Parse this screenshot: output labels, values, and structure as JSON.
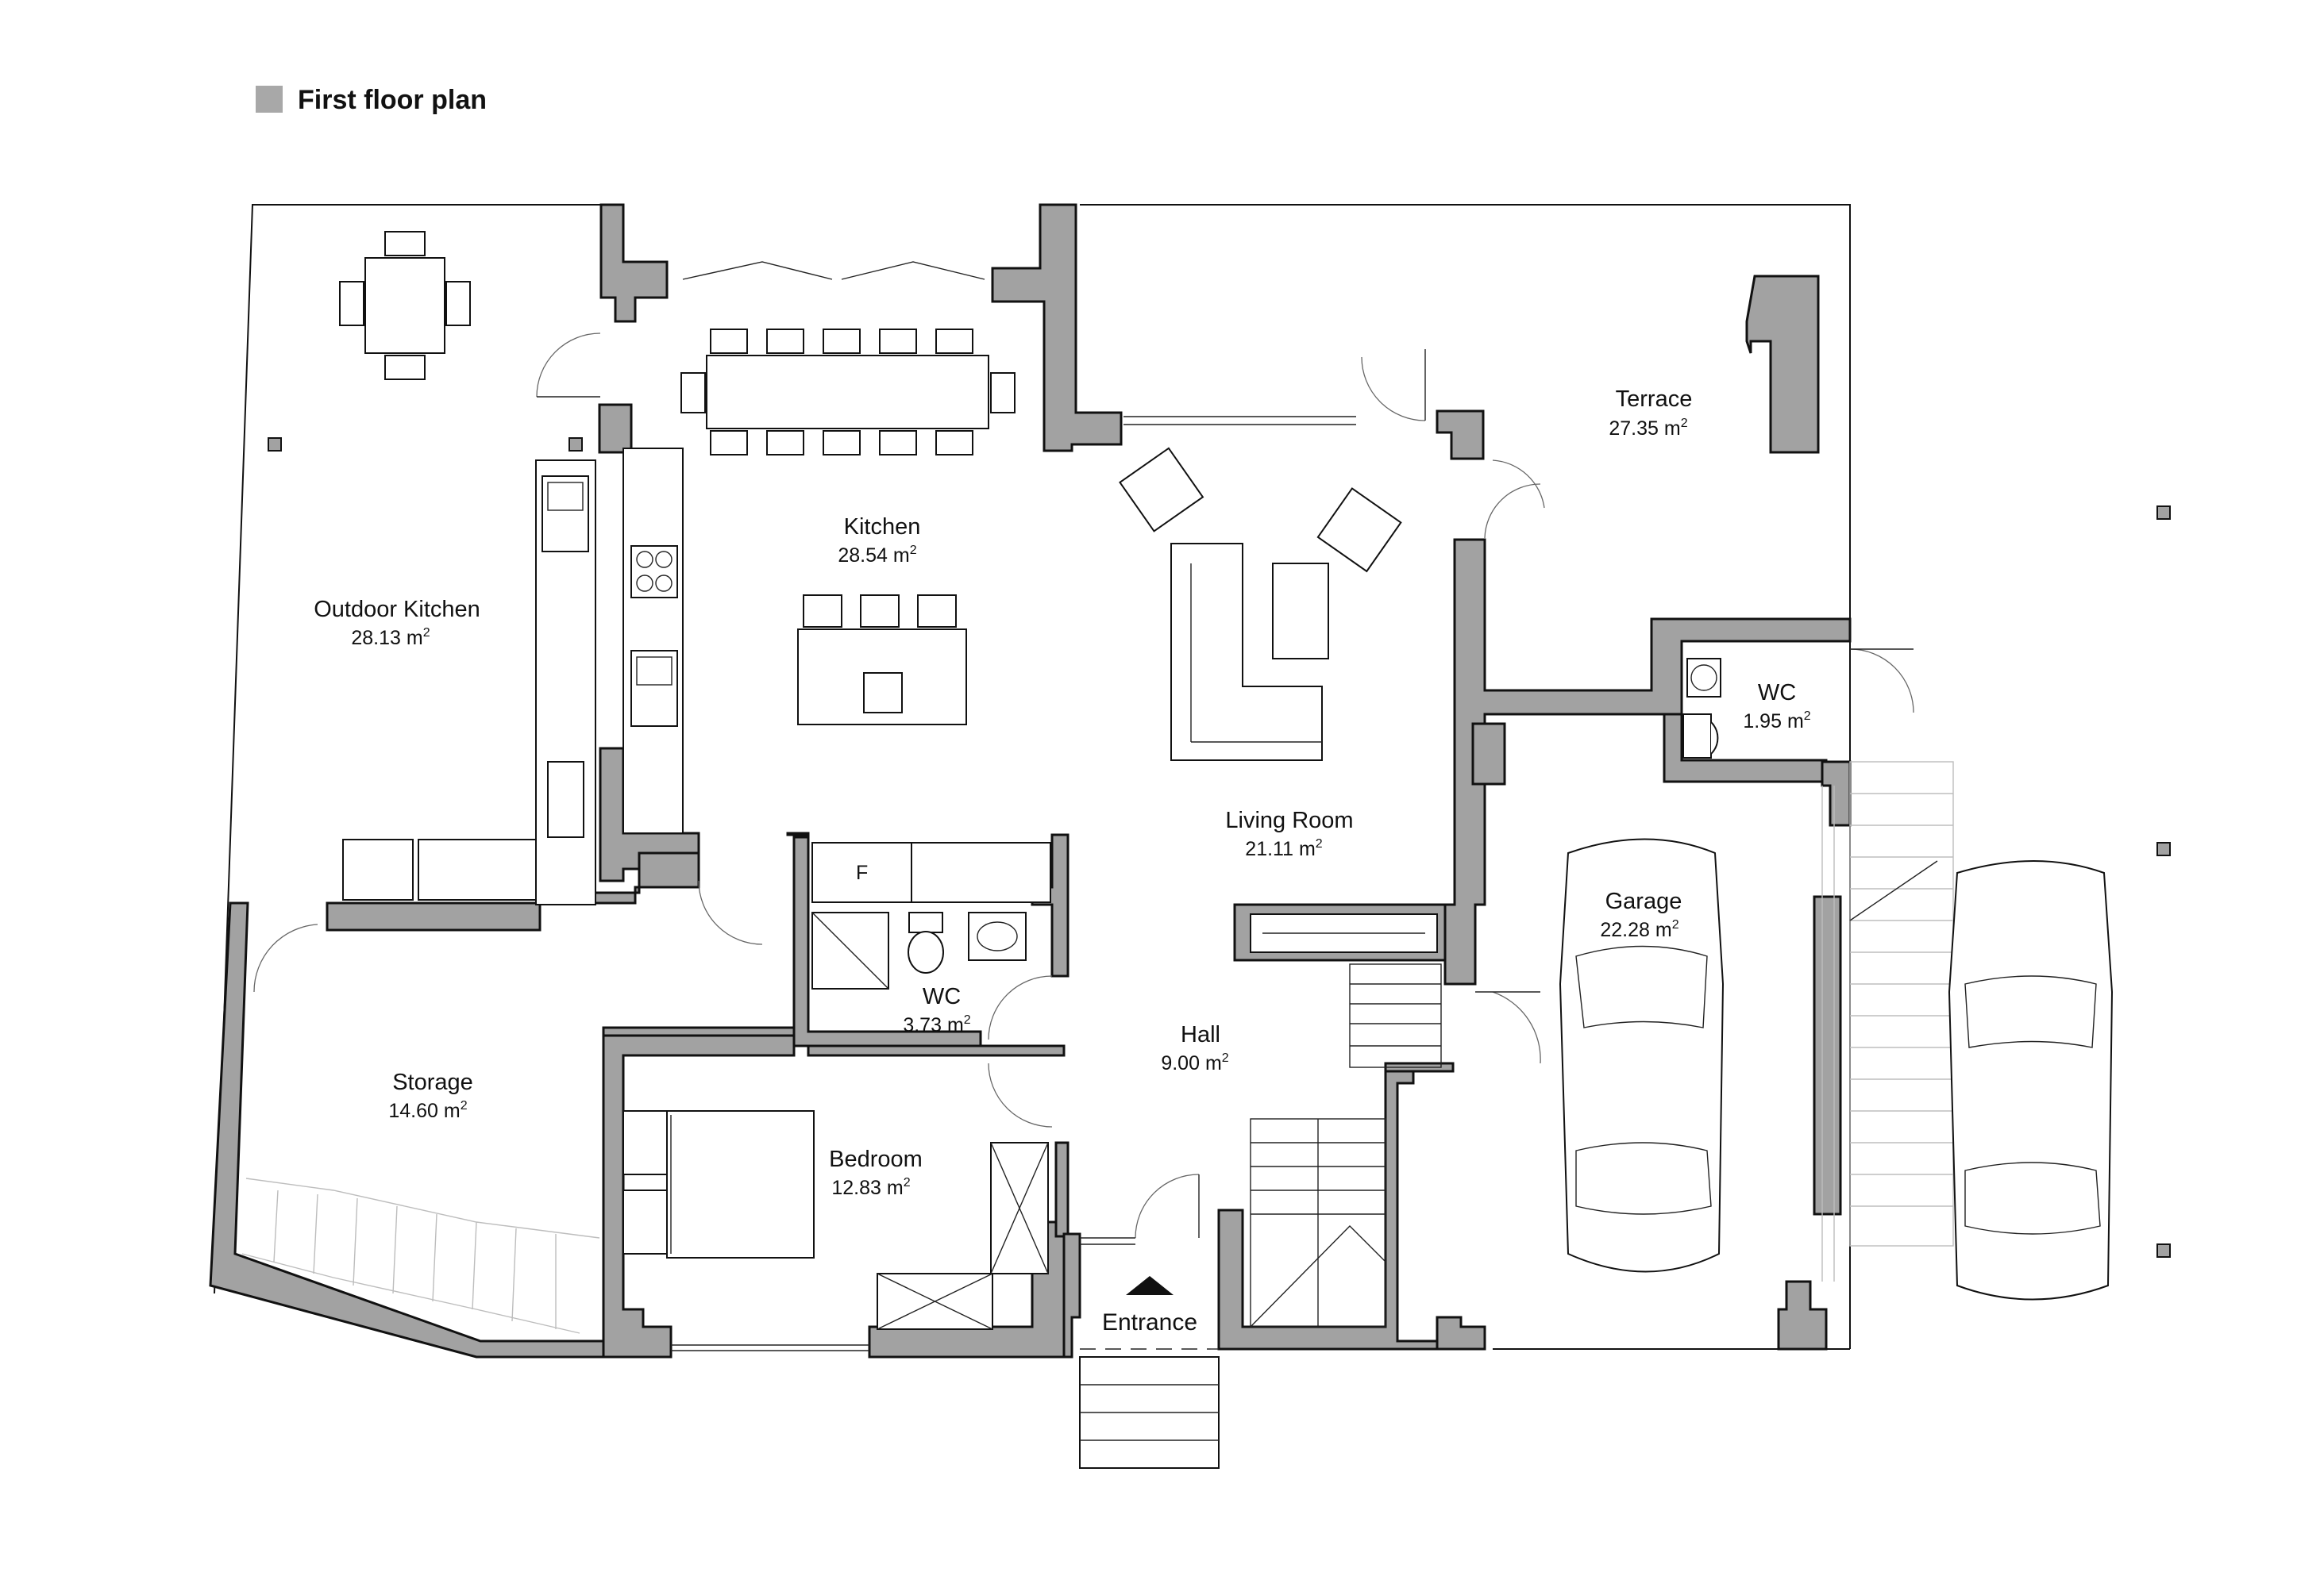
{
  "header": {
    "title": "First floor plan",
    "marker_color": "#a8a8a8"
  },
  "colors": {
    "wall_fill": "#a2a2a2",
    "line": "#111111",
    "background": "#ffffff"
  },
  "area_unit": "m",
  "area_unit_exponent": "2",
  "rooms": [
    {
      "id": "terrace",
      "name": "Terrace",
      "area": "27.35"
    },
    {
      "id": "kitchen",
      "name": "Kitchen",
      "area": "28.54"
    },
    {
      "id": "outdoor-kitchen",
      "name": "Outdoor Kitchen",
      "area": "28.13"
    },
    {
      "id": "wc-small",
      "name": "WC",
      "area": "1.95"
    },
    {
      "id": "living-room",
      "name": "Living Room",
      "area": "21.11"
    },
    {
      "id": "garage",
      "name": "Garage",
      "area": "22.28"
    },
    {
      "id": "wc",
      "name": "WC",
      "area": "3.73"
    },
    {
      "id": "hall",
      "name": "Hall",
      "area": "9.00"
    },
    {
      "id": "storage",
      "name": "Storage",
      "area": "14.60"
    },
    {
      "id": "bedroom",
      "name": "Bedroom",
      "area": "12.83"
    }
  ],
  "entrance": {
    "label": "Entrance"
  },
  "fridge_label": "F"
}
